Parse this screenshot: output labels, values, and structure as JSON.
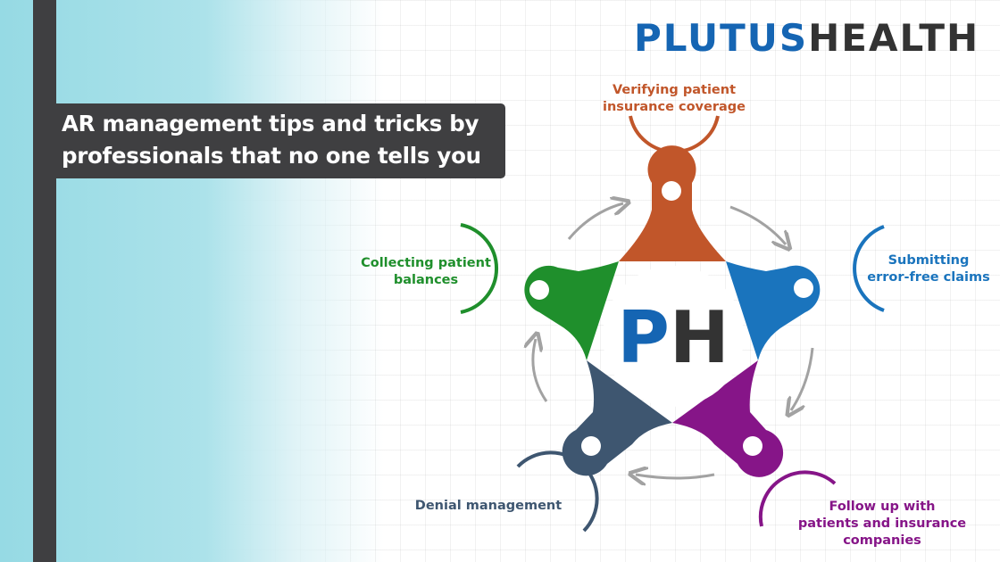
{
  "header": {
    "title_line1": "AR management tips and tricks by",
    "title_line2": "professionals that no one tells you"
  },
  "logo": {
    "part1": "PLUTUS",
    "part2": "HEALTH"
  },
  "center_badge": "PH",
  "steps": [
    {
      "line1": "Verifying patient",
      "line2": "insurance coverage",
      "color": "#c1562a"
    },
    {
      "line1": "Submitting",
      "line2": "error-free claims",
      "color": "#1a74bd"
    },
    {
      "line1": "Follow up with",
      "line2": "patients and insurance",
      "line3": "companies",
      "color": "#861588"
    },
    {
      "line1": "Denial management",
      "color": "#3e5670"
    },
    {
      "line1": "Collecting patient",
      "line2": "balances",
      "color": "#1f8f2c"
    }
  ],
  "colors": {
    "dark": "#3f3f41",
    "brand_blue": "#1565b3",
    "arrow": "#a2a2a2"
  }
}
